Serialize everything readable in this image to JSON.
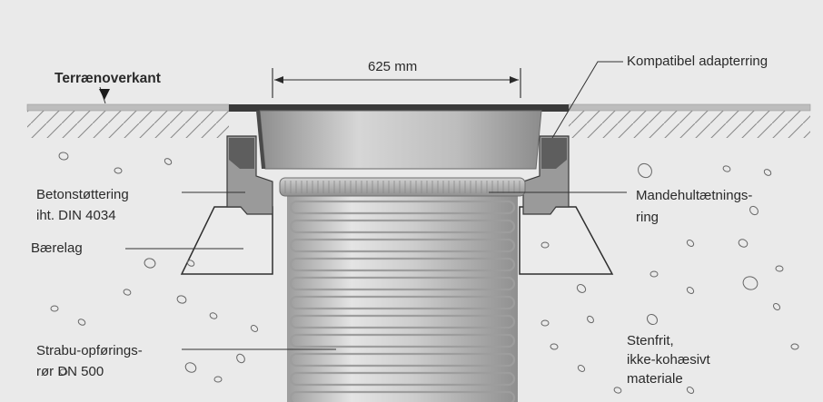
{
  "labels": {
    "ground_level": "Terrænoverkant",
    "dimension": "625 mm",
    "adapter_ring": "Kompatibel adapterring",
    "support_ring_line1": "Betonstøttering",
    "support_ring_line2": "iht. DIN 4034",
    "bearing_layer": "Bærelag",
    "seal_ring_line1": "Mandehultætnings-",
    "seal_ring_line2": "ring",
    "pipe_line1": "Strabu-opførings-",
    "pipe_line2": "rør DN 500",
    "soil_line1": "Stenfrit,",
    "soil_line2": "ikke-kohæsivt",
    "soil_line3": "materiale"
  },
  "colors": {
    "background": "#eaeaea",
    "surface_band": "#bdbdbd",
    "concrete": "#9a9a9a",
    "concrete_dark": "#5e5e5e",
    "bearing_layer": "#e9e9e9",
    "leader_line": "#333333",
    "text": "#2a2a2a"
  }
}
